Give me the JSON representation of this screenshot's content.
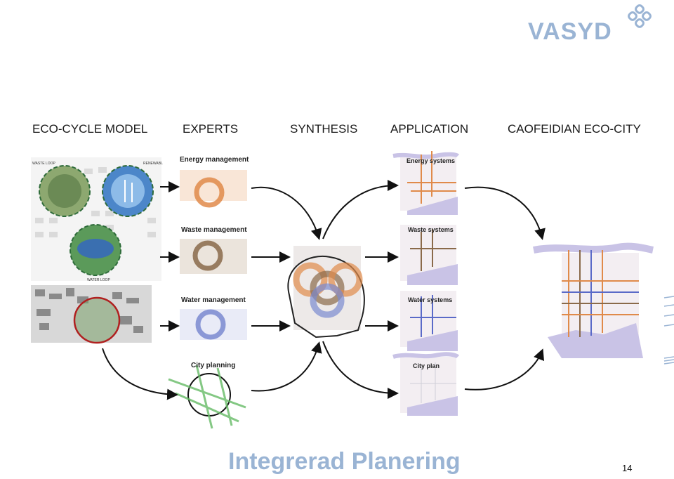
{
  "brand": {
    "logo_text": "VASYD",
    "accent": "#9ab4d4"
  },
  "columns": {
    "eco_cycle_model": "ECO-CYCLE MODEL",
    "experts": "EXPERTS",
    "synthesis": "SYNTHESIS",
    "application": "APPLICATION",
    "caofeidian": "CAOFEIDIAN ECO-CITY"
  },
  "eco_cycle": {
    "waste_loop": "WASTE LOOP",
    "renewable": "RENEWABL",
    "water_loop": "WATER LOOP"
  },
  "experts": {
    "energy": "Energy management",
    "waste": "Waste management",
    "water": "Water management",
    "city": "City planning"
  },
  "application": {
    "energy": "Energy systems",
    "waste": "Waste systems",
    "water": "Water systems",
    "city": "City plan"
  },
  "footer": {
    "title": "Integrerad Planering",
    "page_number": "14"
  },
  "colors": {
    "energy": "#e08a4a",
    "waste": "#8a6a4a",
    "water": "#7a8ad0",
    "city": "#66bb66",
    "water_body": "#c9c3e6"
  }
}
